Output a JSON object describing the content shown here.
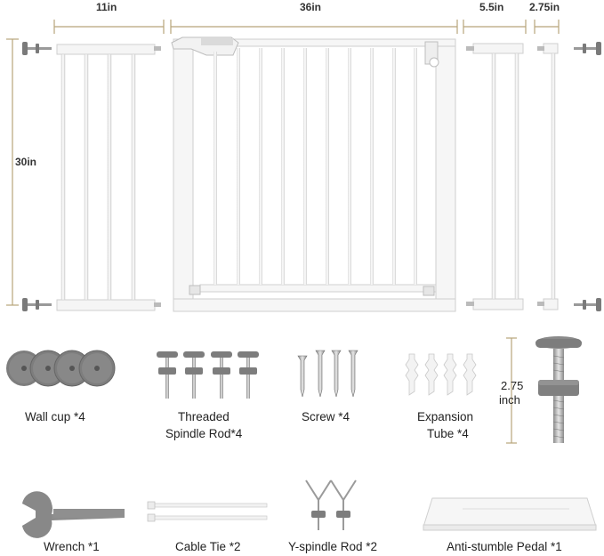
{
  "dimensions": {
    "ext_large_width": "11in",
    "gate_width": "36in",
    "ext_medium_width": "5.5in",
    "ext_small_width": "2.75in",
    "height": "30in",
    "spindle_length": "2.75",
    "spindle_length_unit": "inch"
  },
  "parts": {
    "wall_cup": "Wall cup *4",
    "threaded_rod_line1": "Threaded",
    "threaded_rod_line2": "Spindle Rod*4",
    "screw": "Screw *4",
    "expansion_line1": "Expansion",
    "expansion_line2": "Tube *4",
    "wrench": "Wrench *1",
    "cable_tie": "Cable Tie *2",
    "y_spindle": "Y-spindle Rod *2",
    "pedal": "Anti-stumble Pedal *1"
  },
  "colors": {
    "dimension_line": "#b8a57a",
    "frame": "#f4f4f4",
    "frame_edge": "#c9c9c9",
    "hardware_gray": "#7d7d7d",
    "metal": "#a9a9a9"
  }
}
